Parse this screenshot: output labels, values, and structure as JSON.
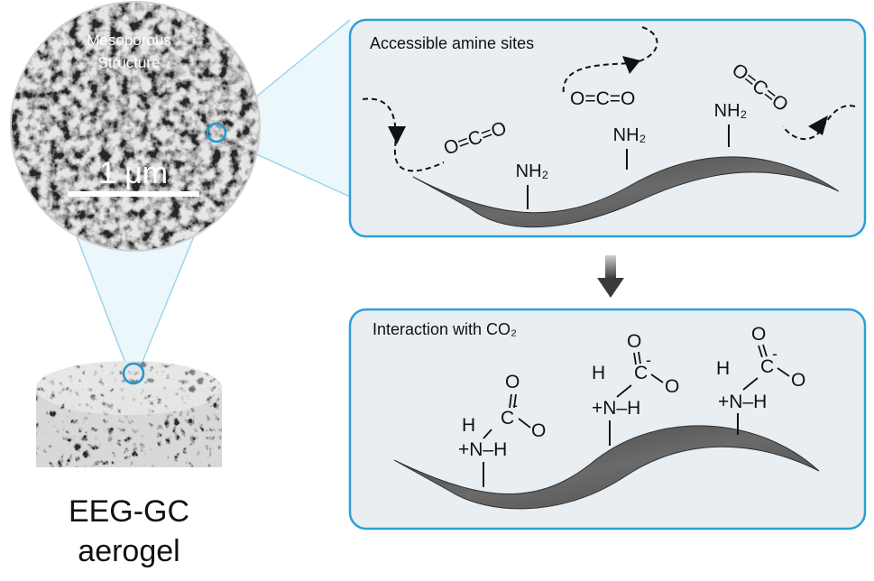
{
  "sem": {
    "label_line1": "Mesoporous",
    "label_line2": "Structure",
    "scale_bar_label": "1 μm"
  },
  "sample": {
    "label_line1": "EEG-GC",
    "label_line2": "aerogel"
  },
  "top_panel": {
    "title": "Accessible amine sites",
    "amine_labels": [
      "NH₂",
      "NH₂",
      "NH₂"
    ],
    "co2_molecules": [
      "O=C=O",
      "O=C=O",
      "O=C=O"
    ]
  },
  "bottom_panel": {
    "title": "Interaction with CO₂",
    "carbamate": {
      "o_top": "O",
      "c_minus": "C",
      "minus": "-",
      "o_side": "O",
      "h_top": "H",
      "n_plus": "+N–H",
      "h_bottom": "+N–H"
    }
  },
  "colors": {
    "panel_border": "#2aa0d8",
    "panel_fill": "#e9eef3",
    "sheet": "#5a5a5a",
    "callout": "#9fd3ec",
    "arrow": "#444444"
  },
  "icons": [
    "dashed-arrow-icon",
    "down-arrow-icon",
    "highlight-circle-icon"
  ]
}
